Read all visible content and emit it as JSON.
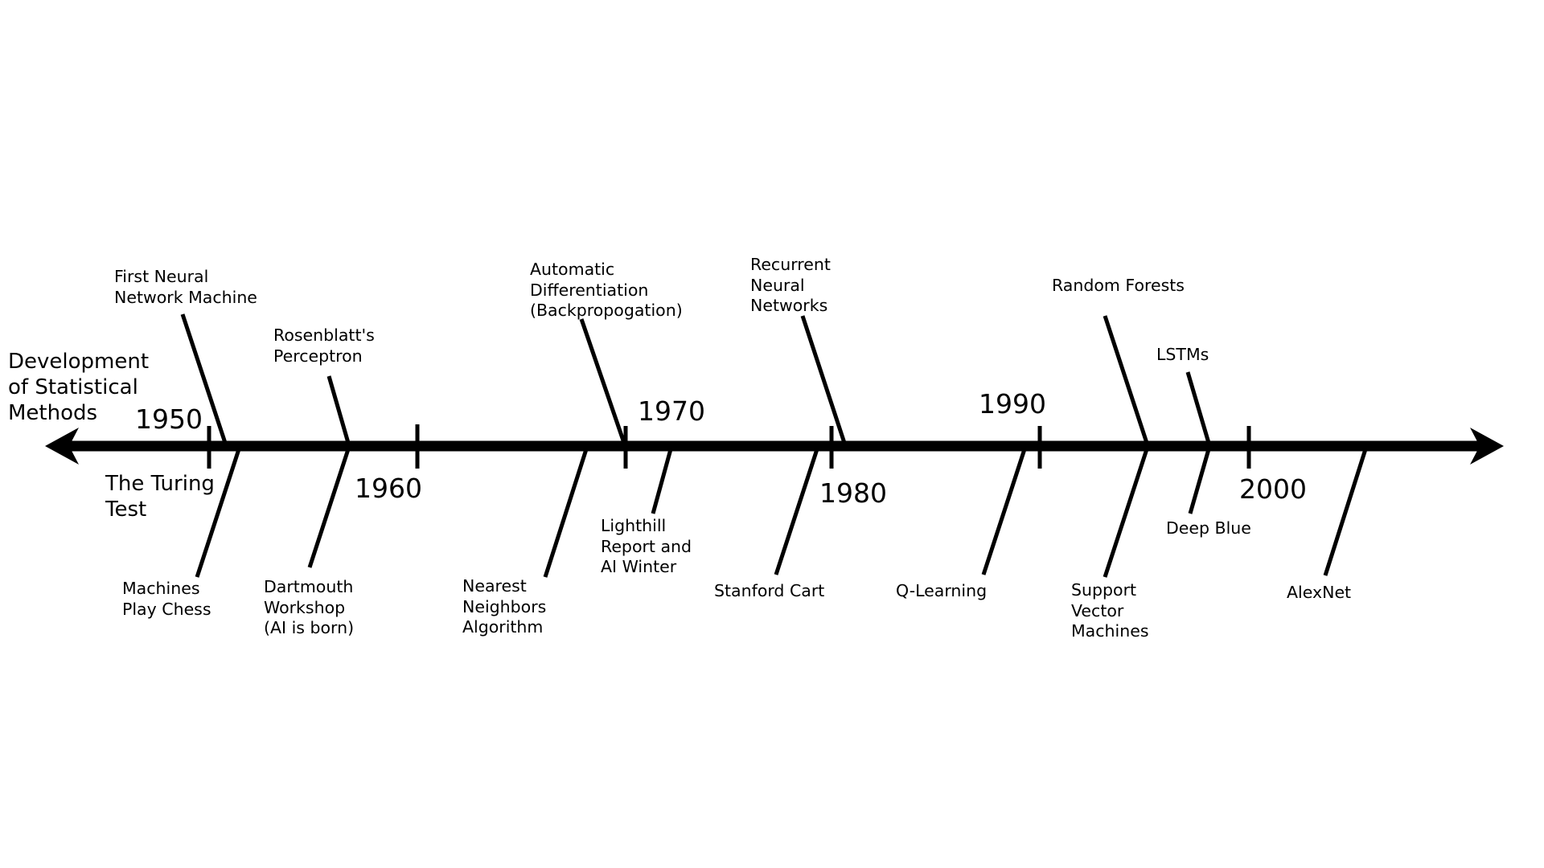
{
  "title": "Development\nof Statistical\nMethods",
  "line_color": "#000000",
  "years": [
    "1950",
    "1960",
    "1970",
    "1980",
    "1990",
    "2000"
  ],
  "events_above": [
    "First Neural\nNetwork Machine",
    "Rosenblatt's\nPerceptron",
    "Automatic\nDifferentiation\n(Backpropogation)",
    "Recurrent\nNeural\nNetworks",
    "Random Forests",
    "LSTMs"
  ],
  "events_below": [
    "The Turing\nTest",
    "Machines\nPlay Chess",
    "Dartmouth\nWorkshop\n(AI is born)",
    "Nearest\nNeighbors\nAlgorithm",
    "Lighthill\nReport and\nAI Winter",
    "Stanford Cart",
    "Q-Learning",
    "Deep Blue",
    "Support\nVector\nMachines",
    "AlexNet"
  ]
}
